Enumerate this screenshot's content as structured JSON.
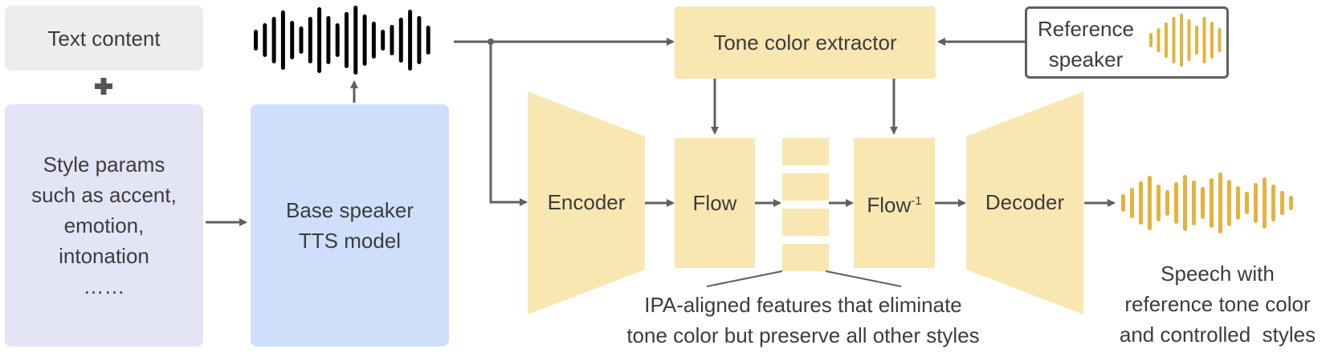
{
  "colors": {
    "gray_box": "#ededed",
    "purple_box": "#e4e4f7",
    "blue_box": "#cfdffb",
    "yellow": "#f9e7b2",
    "arrow": "#606060",
    "wave_black": "#000000",
    "wave_gold": "#e3b33e"
  },
  "text_content": "Text content",
  "style_params": [
    "Style params",
    "such as accent,",
    "emotion,",
    "intonation",
    "……"
  ],
  "base_speaker": [
    "Base speaker",
    "TTS model"
  ],
  "tone_color_extractor": "Tone color extractor",
  "reference_speaker": [
    "Reference",
    "speaker"
  ],
  "encoder": "Encoder",
  "flow": "Flow",
  "flow_inverse": "Flow",
  "flow_inverse_sup": "-1",
  "decoder": "Decoder",
  "ipa_features": [
    "IPA-aligned features that eliminate",
    "tone color but preserve all other styles"
  ],
  "output_speech": [
    "Speech with",
    "reference tone color",
    "and controlled  styles"
  ]
}
